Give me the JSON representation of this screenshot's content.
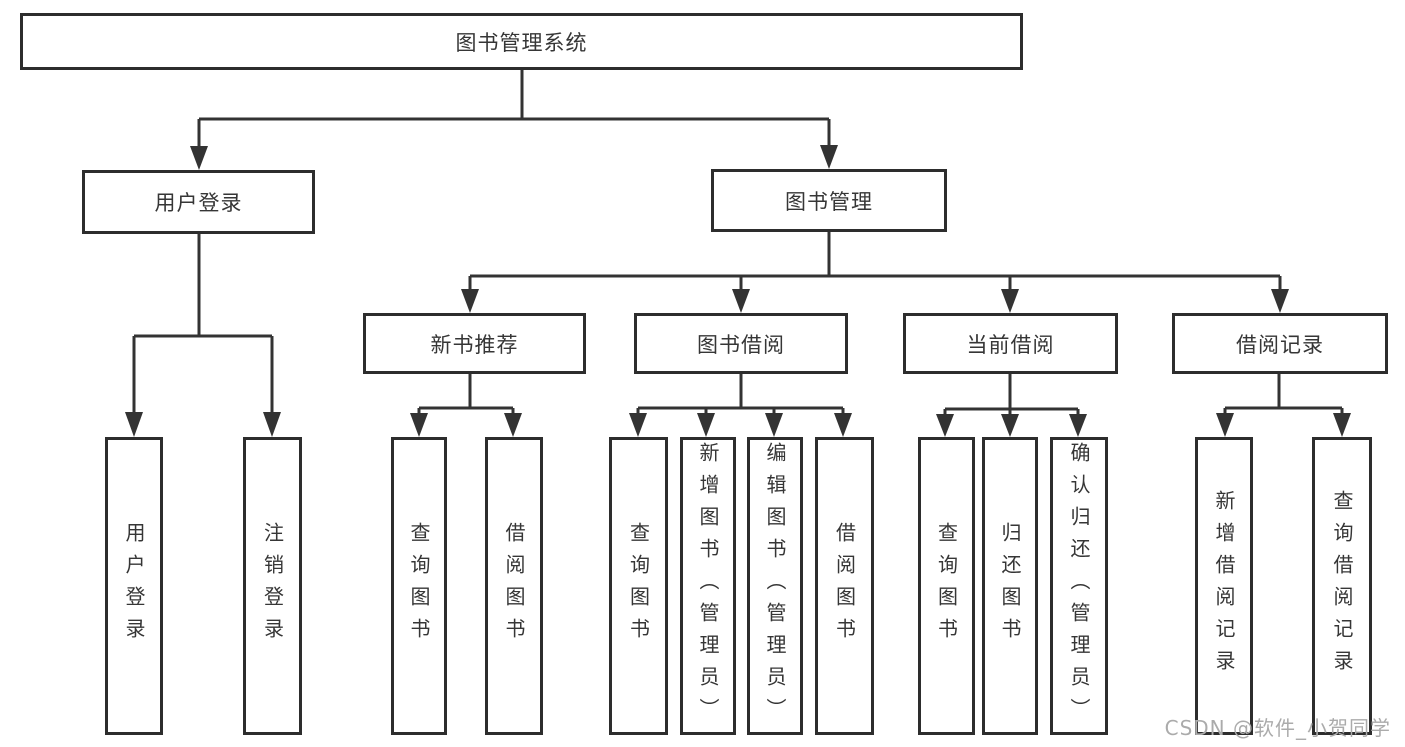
{
  "nodes": {
    "root": {
      "label": "图书管理系统"
    },
    "user_login": {
      "label": "用户登录"
    },
    "book_mgmt": {
      "label": "图书管理"
    },
    "new_book": {
      "label": "新书推荐"
    },
    "book_borrow": {
      "label": "图书借阅"
    },
    "current_borrow": {
      "label": "当前借阅"
    },
    "borrow_record": {
      "label": "借阅记录"
    },
    "leaf_user_login": {
      "label": "用户登录"
    },
    "leaf_logout": {
      "label": "注销登录"
    },
    "leaf_nb_query": {
      "label": "查询图书"
    },
    "leaf_nb_borrow": {
      "label": "借阅图书"
    },
    "leaf_bb_query": {
      "label": "查询图书"
    },
    "leaf_bb_add": {
      "label": "新增图书（管理员）"
    },
    "leaf_bb_edit": {
      "label": "编辑图书（管理员）"
    },
    "leaf_bb_borrow": {
      "label": "借阅图书"
    },
    "leaf_cb_query": {
      "label": "查询图书"
    },
    "leaf_cb_return": {
      "label": "归还图书"
    },
    "leaf_cb_confirm": {
      "label": "确认归还（管理员）"
    },
    "leaf_br_add": {
      "label": "新增借阅记录"
    },
    "leaf_br_query": {
      "label": "查询借阅记录"
    }
  },
  "watermark": "CSDN @软件_小贺同学",
  "colors": {
    "line": "#333333",
    "border": "#2d2d2d",
    "text": "#363636",
    "watermark": "#ababab"
  }
}
